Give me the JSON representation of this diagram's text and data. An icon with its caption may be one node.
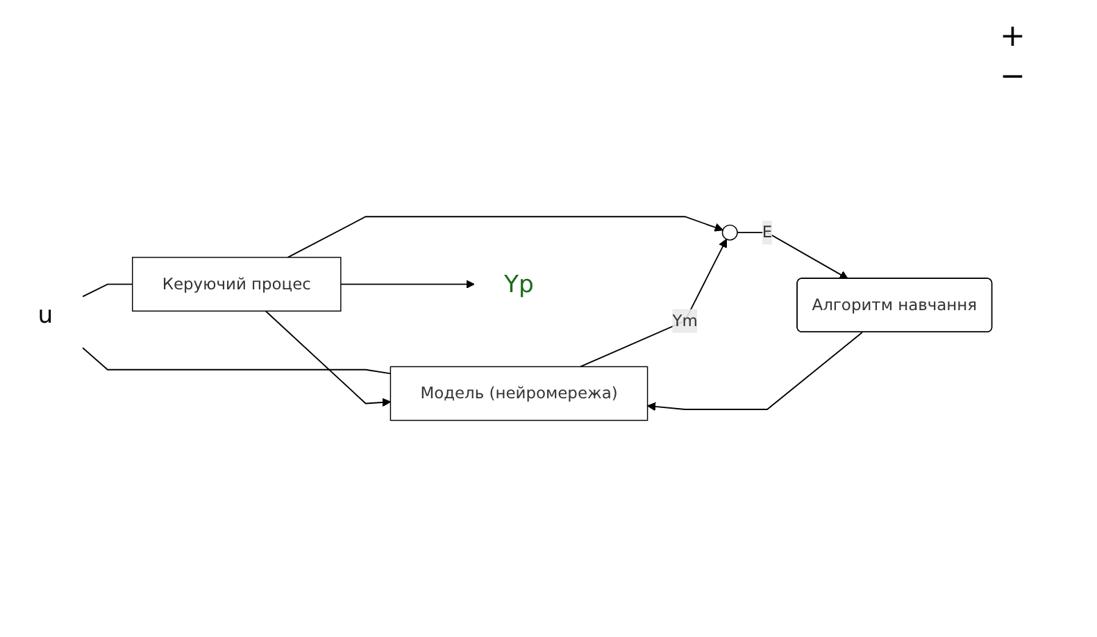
{
  "diagram": {
    "nodes": [
      {
        "text": [
          "u"
        ]
      },
      {
        "text": [
          "Керуючий процес"
        ]
      },
      {
        "text": [
          "Модель (нейромережа)"
        ]
      },
      {
        "text": [],
        "shape": "circle"
      },
      {
        "text": [
          "Алгоритм навчання"
        ]
      },
      {
        "text": [
          "Yp"
        ]
      }
    ],
    "edges": [
      {
        "from": 0,
        "to": 1,
        "arrow": "none"
      },
      {
        "from": 0,
        "to": 2,
        "arrow": "none"
      },
      {
        "from": 1,
        "to": 5,
        "arrow": "to"
      },
      {
        "from": 1,
        "to": 2,
        "arrow": "to"
      },
      {
        "from": 1,
        "to": 3,
        "arrow": "to"
      },
      {
        "from": 2,
        "to": 3,
        "label": "Ym",
        "arrow": "to"
      },
      {
        "from": 3,
        "to": 4,
        "label": "E",
        "arrow": "to"
      },
      {
        "from": 4,
        "to": 2,
        "arrow": "to"
      }
    ],
    "labels": [
      "+",
      "−"
    ]
  }
}
